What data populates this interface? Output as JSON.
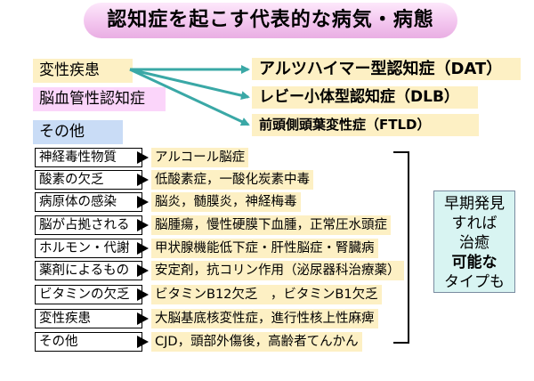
{
  "title": "認知症を起こす代表的な病気・病態",
  "categories": {
    "degenerative": "変性疾患",
    "vascular": "脳血管性認知症",
    "other": "その他"
  },
  "results": {
    "dat": "アルツハイマー型認知症（DAT）",
    "dlb": "レビー小体型認知症（DLB）",
    "ftld": "前頭側頭葉変性症（FTLD）"
  },
  "causes": [
    {
      "label": "神経毒性物質",
      "detail": "アルコール脳症"
    },
    {
      "label": "酸素の欠乏",
      "detail": "低酸素症，一酸化炭素中毒"
    },
    {
      "label": "病原体の感染",
      "detail": "脳炎，髄膜炎，神経梅毒"
    },
    {
      "label": "脳が占拠される",
      "detail": "脳腫瘍，慢性硬膜下血腫，正常圧水頭症"
    },
    {
      "label": "ホルモン・代謝",
      "detail": "甲状腺機能低下症・肝性脳症・腎臓病"
    },
    {
      "label": "薬剤によるもの",
      "detail": "安定剤，抗コリン作用（泌尿器科治療薬）"
    },
    {
      "label": "ビタミンの欠乏",
      "detail": "ビタミンB12欠乏　，ビタミンB1欠乏"
    },
    {
      "label": "変性疾患",
      "detail": "大脳基底核変性症，進行性核上性麻痺"
    },
    {
      "label": "その他",
      "detail": "CJD，頭部外傷後，高齢者てんかん"
    }
  ],
  "treatable": {
    "line1": "早期発見",
    "line2": "すれば",
    "line3": "治癒",
    "line4": "可能な",
    "line5": "タイプも"
  },
  "colors": {
    "title_bg": "#f3c6ef",
    "yellow_bg": "#fdf0c4",
    "pink_bg": "#fbd5fa",
    "blue_bg": "#c9dcf6",
    "teal_arrow": "#3aa8a6",
    "treatable_bg": "#d8f4f2"
  }
}
